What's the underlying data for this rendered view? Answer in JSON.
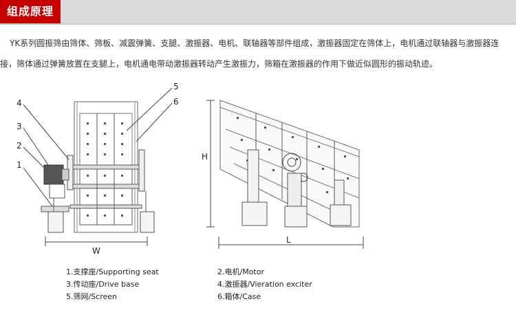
{
  "header": {
    "title": "组成原理"
  },
  "intro": {
    "line1": "YK系列圆振筛由筛体、筛板、减震弹簧、支腿、激振器、电机、联轴器等部件组成，激振器固定在筛体上，电机通过联轴器与激振器连",
    "line2": "接，筛体通过弹簧放置在支腿上，电机通电带动激振器转动产生激振力，筛箱在激振器的作用下做近似圆形的振动轨迹。"
  },
  "diagram": {
    "callouts": [
      "1",
      "2",
      "3",
      "4",
      "5",
      "6"
    ],
    "dim_width": "W",
    "dim_height": "H",
    "dim_length": "L"
  },
  "legend": [
    "1.支撑座/Supporting seat",
    "2.电机/Motor",
    "3.传动座/Drive base",
    "4.激振器/Vieration exciter",
    "5.筛网/Screen",
    "6.箱体/Case"
  ]
}
